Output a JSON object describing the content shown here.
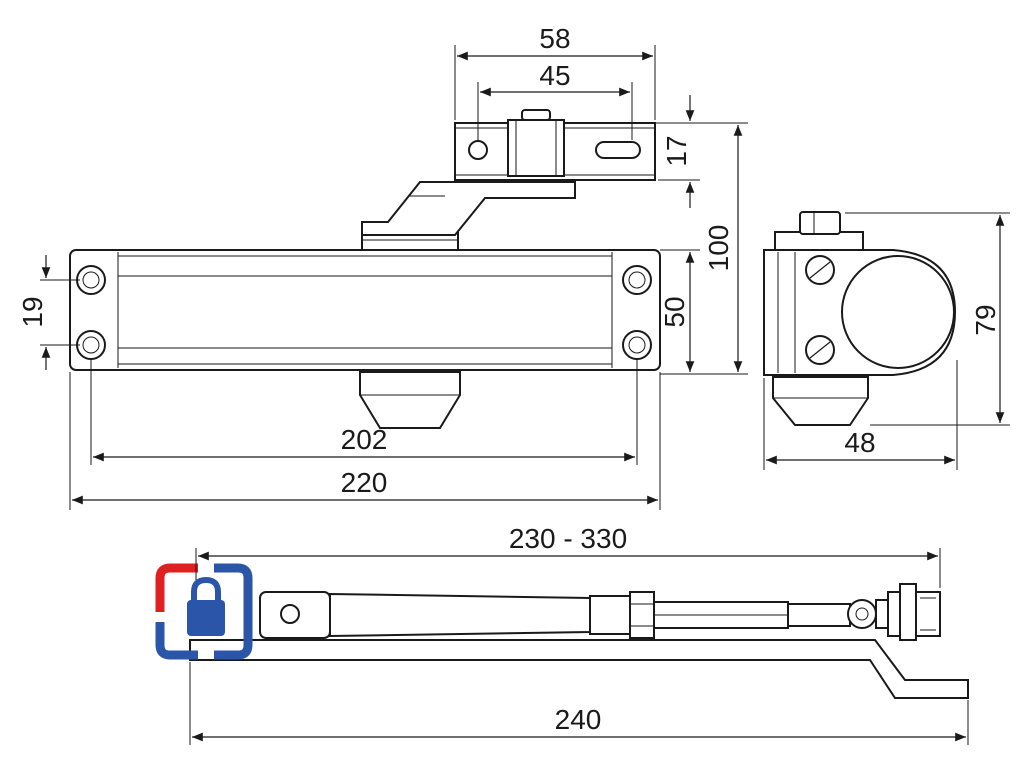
{
  "dimensions": {
    "bracket_outer": "58",
    "bracket_holes": "45",
    "bracket_height": "17",
    "total_height": "100",
    "hole_spacing_vertical": "19",
    "body_height": "50",
    "hole_spacing_horizontal": "202",
    "body_length": "220",
    "side_height": "79",
    "side_width": "48",
    "arm_adjustable": "230 - 330",
    "arm_length": "240"
  },
  "colors": {
    "line": "#1a1a1a",
    "logo_red": "#e02020",
    "logo_blue": "#2a55a8"
  },
  "logo": {
    "icon": "padlock-icon"
  }
}
